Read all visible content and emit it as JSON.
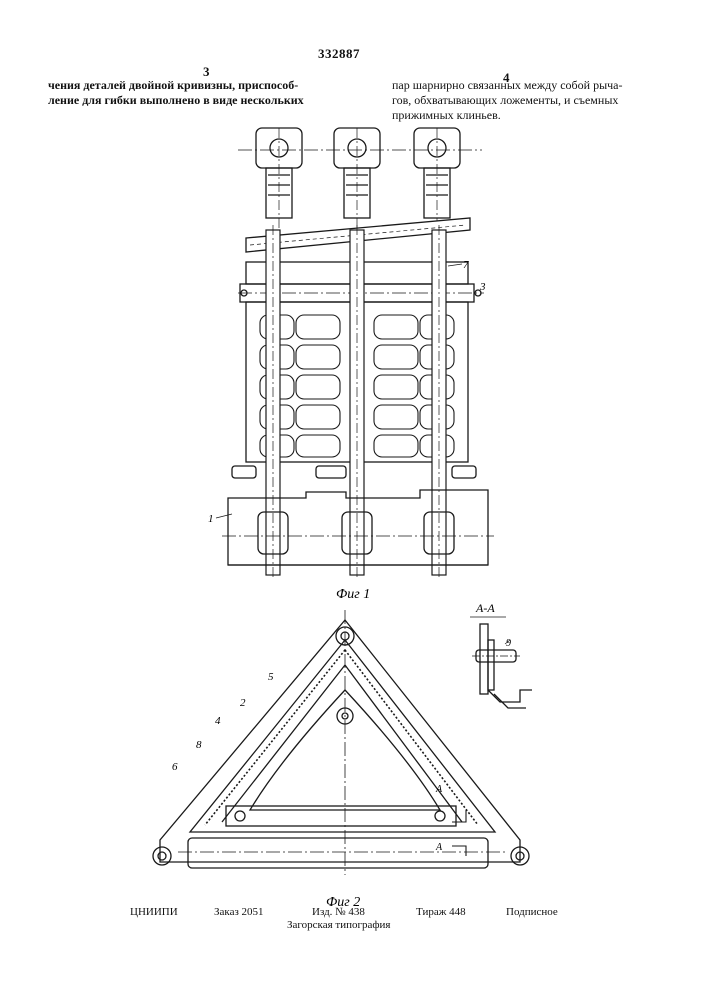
{
  "header": {
    "patent_number": "332887",
    "left_column_number": "3",
    "right_column_number": "4"
  },
  "text": {
    "left_column": [
      "чения деталей двойной кривизны, приспособ-",
      "ление для гибки выполнено в виде нескольких"
    ],
    "right_column": [
      "пар шарнирно связанных между собой рыча-",
      "гов, обхватывающих ложементы, и съемных",
      "прижимных клиньев."
    ]
  },
  "figure1": {
    "caption": "Фиг 1",
    "labels": {
      "l7": "7",
      "l3": "3",
      "l1": "1"
    }
  },
  "figure2": {
    "caption": "Фиг 2",
    "section_title": "А-А",
    "labels": {
      "l5": "5",
      "l2": "2",
      "l4": "4",
      "l8": "8",
      "l6": "6",
      "l9": "9",
      "lA1": "А",
      "lA2": "А"
    }
  },
  "footer": {
    "org": "ЦНИИПИ",
    "order": "Заказ 2051",
    "edition": "Изд. № 438",
    "circulation": "Тираж 448",
    "subscription": "Подписное",
    "printer": "Загорская типография"
  }
}
